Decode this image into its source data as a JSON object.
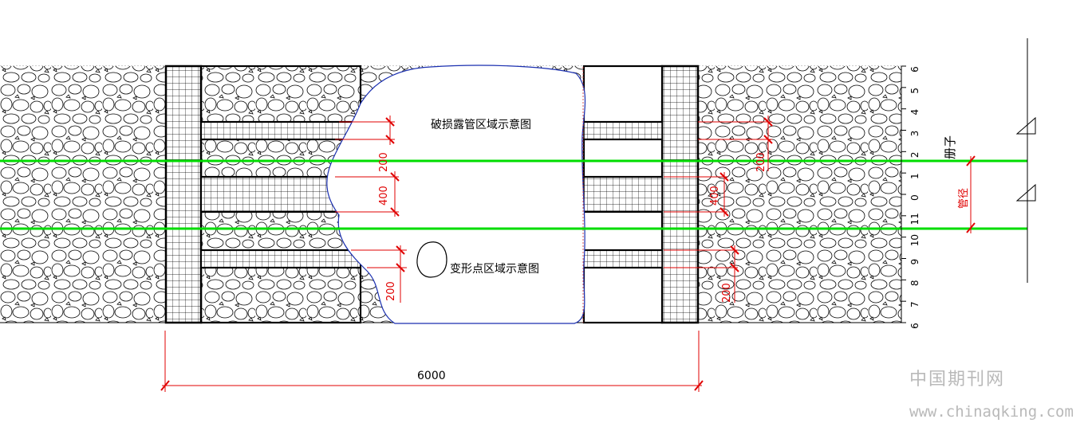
{
  "labels": {
    "damage_zone": "破损露管区域示意图",
    "deform_zone": "变形点区域示意图",
    "total_length": "6000",
    "pipe_diameter": "管径",
    "grid_label": "册子",
    "dim_200_a": "200",
    "dim_400_a": "400",
    "dim_200_b": "200",
    "dim_200_c": "200",
    "dim_400_b": "400",
    "dim_200_d": "200"
  },
  "scale_ticks": [
    "6",
    "5",
    "4",
    "3",
    "2",
    "1",
    "0",
    "11",
    "10",
    "9",
    "8",
    "7",
    "6"
  ],
  "watermark": {
    "cn": "中国期刊网",
    "url": "www.chinaqking.com"
  },
  "colors": {
    "dimension": "#e00000",
    "pipe_line": "#00dd00",
    "outline": "#000000",
    "boundary": "#1a2fb0",
    "watermark": "#b9b9b9"
  }
}
